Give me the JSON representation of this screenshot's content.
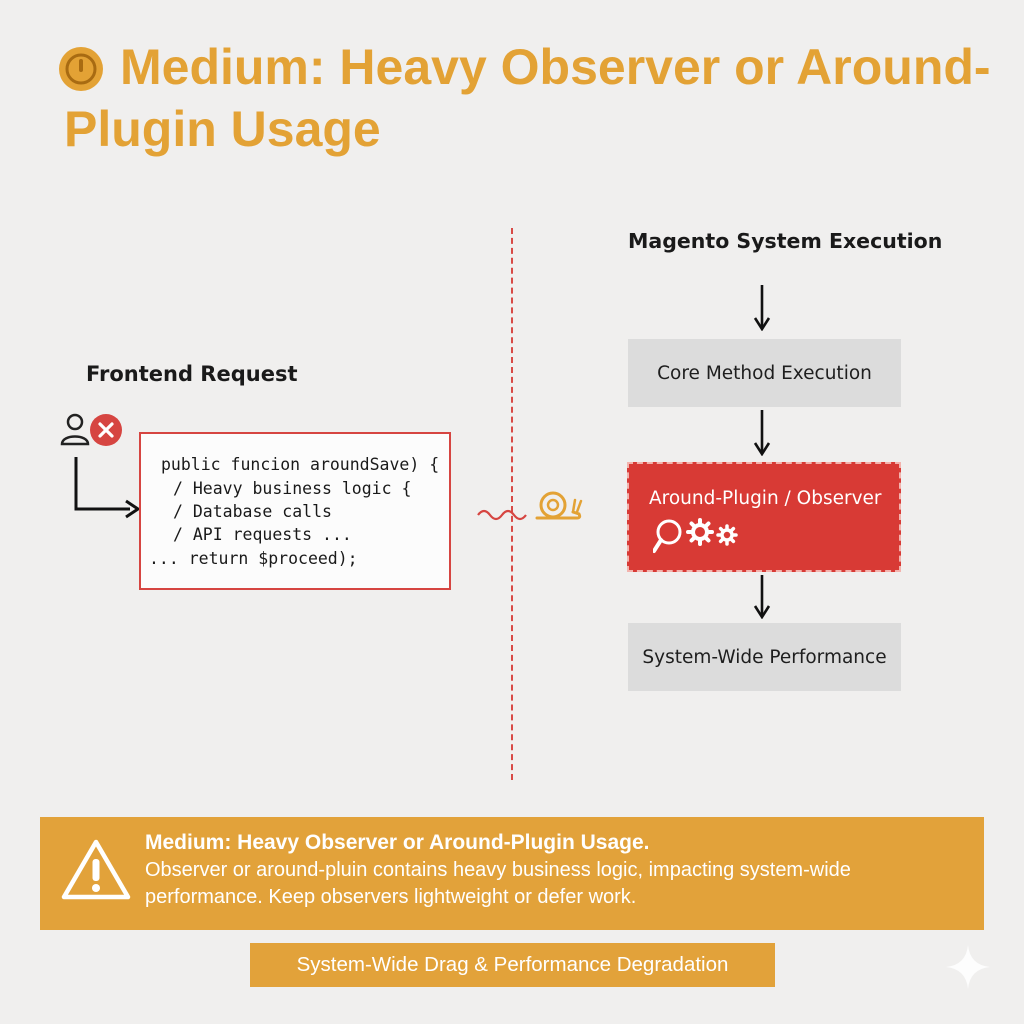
{
  "title": {
    "line1": "Medium: Heavy Observer or Around-",
    "line2": "Plugin Usage",
    "icon": "alert-circle-icon",
    "color": "#e3a235"
  },
  "left_panel": {
    "label": "Frontend Request",
    "user_icon": "user-error-icon",
    "code_lines": [
      "public funcion aroundSave) {",
      "/ Heavy business logic {",
      "/ Database calls",
      "/ API requests ...",
      "... return $proceed);"
    ],
    "slow_icon": "snail-icon"
  },
  "right_panel": {
    "label": "Magento System Execution",
    "steps": [
      {
        "label": "Core Method Execution"
      },
      {
        "label": "Around-Plugin / Observer",
        "highlight": true
      },
      {
        "label": "System-Wide Performance"
      }
    ]
  },
  "banner": {
    "title": "Medium: Heavy Observer or Around-Plugin Usage.",
    "body": "Observer or around-pluin contains  heavy  business logic,  impacting system-wide performance. Keep observers lightweight or defer work.",
    "icon": "warning-triangle-icon",
    "color": "#e2a23a"
  },
  "footer": {
    "label": "System-Wide Drag & Performance Degradation"
  },
  "colors": {
    "accent": "#e3a235",
    "danger": "#d83a35",
    "neutral_box": "#dcdcdc"
  }
}
